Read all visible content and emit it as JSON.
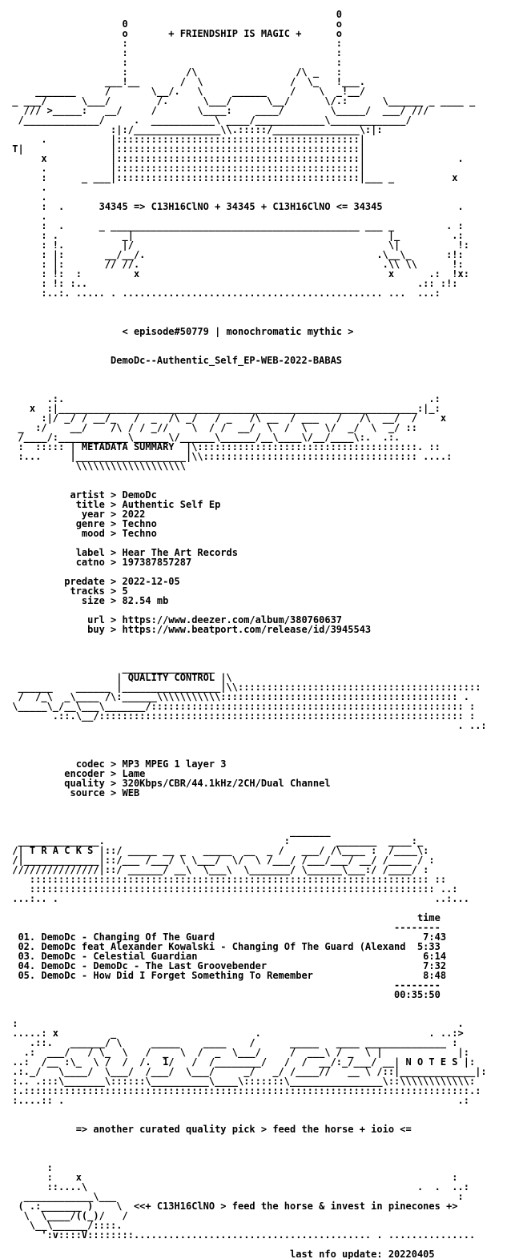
{
  "document": {
    "lines": [
      "",
      "                                                         0",
      "                    0                                    o",
      "                    o       + FRIENDSHIP IS MAGIC +      o",
      "                    :                                    :",
      "                    :                                    :",
      "                    :                                    :",
      "                    :          /\\                 /\\ _   :",
      "                 ___!__       /  \\               /  \\_   !___.",
      "     _______     /       \\__/.   \\     ______    /    \\  _!__/",
      " _ ___/      \\___/        /.      \\___/      \\__/      \\/.:      \\______ _ ____ _",
      "   /// >_____:   __/     /       \\____:    ____/        \\_____/  ___/ ///",
      "  /_____________/     .  ___________\\ ____/____________\\_____________/",
      "                  :|:/_______________\\\\.:::::/_______________\\:|:",
      "      .           |::::::::::::::::::::::::::::::::::::::::::|",
      " T|               |::::::::::::::::::::::::::::::::::::::::::|",
      "      x           |::::::::::::::::::::::::::::::::::::::::::|                .",
      "      .           |::::::::::::::::::::::::::::::::::::::::::|",
      "      :      _ ___|::::::::::::::::::::::::::::::::::::::::::|___ _          x",
      "      .",
      "      .",
      "      :  .      34345 => C13H16ClNO + 34345 + C13H16ClNO <= 34345             .",
      "      .",
      "      :  .      _ ___________________________________________ ___ _         . :",
      "      : .           _|                                            |_         .:",
      "      : !.          |/                                            \\|          !:",
      "      : |:       __/__/.                                        .\\__\\_      :!:",
      "      : |:       // //.                                          .\\\\ \\\\      !:",
      "      : !:  :         x                                           x      .:  !x:",
      "      : !: :..                                                         .:: :!:",
      "      :..:. ..... . ............................................. ...  ...:",
      "",
      "",
      "",
      "                    < episode#50779 | monochromatic mythic >",
      "",
      "",
      "                  DemoDc--Authentic_Self_EP-WEB-2022-BABAS",
      "",
      "",
      "",
      "       .:.                                                               .:",
      "    x  :|______________________________________________________________:|_:",
      "      :|/ _/ / __/_   /  _  /\\ _/   / _   /\\ __  / ___   /   /\\  __/  /    x",
      "  _  :/    __/    /\\ / / _//    \\  / /  __/  \\  /  \\   \\/  _/  \\  _/ ::",
      "  /____/:____________\\______\\/______\\______/__\\____\\/__/____\\:.  .:.",
      "  :  ::::: | METADATA SUMMARY  |\\::::::::::::::::::::::::::::::::::::::. ::",
      "  :...     |___________________|\\\\::::::::::::::::::::::::::::::::::::: ....:",
      "            \\\\\\\\\\\\\\\\\\\\\\\\\\\\\\\\\\\\\\",
      "",
      "",
      "           artist > DemoDc",
      "            title > Authentic Self Ep",
      "             year > 2022",
      "            genre > Techno",
      "             mood > Techno",
      "",
      "            label > Hear The Art Records",
      "            catno > 197387857287",
      "",
      "          predate > 2022-12-05",
      "           tracks > 5",
      "             size > 82.54 mb",
      "",
      "              url > https://www.deezer.com/album/380760637",
      "              buy > https://www.beatport.com/release/id/3945543",
      "",
      "",
      "",
      "                    ________________",
      "                   | QUALITY CONTROL |\\",
      "  ______    ______ |_________________|\\\\::::::::::::::::::::::::::::::::::::::::::",
      "  /  /_\\  _\\____ /\\:______\\\\\\\\\\\\\\\\\\\\\\::::::::::::::::::::::::::::::::::::::::: .",
      " \\_____\\_/__\\___\\_______/:::::::::::::::::::::::::::::::::::::::::::::::::::::: :",
      "        .::.\\__/::::::::::::::::::::::::::::::::::::::::::::::::::::::::::::::: :",
      "                                                                              . ..:",
      "",
      "",
      "",
      "            codec > MP3 MPEG 1 layer 3",
      "          encoder > Lame",
      "          quality > 320Kbps/CBR/44.1kHz/2CH/Dual Channel",
      "           source > WEB",
      "",
      "",
      "",
      "                                                 _______",
      "  ______________.                               :        _______  ____:_",
      " /| T R A C K S |::/ _____ __ _   _____  __  _ /   ___/ /\\____ :  /____\\:",
      " /|_____________|::/___ /___/ \\ \\___/  \\/  \\ /___/ /___/___/ __/ /____ / :",
      " ///////////////|::/ ______/ __\\  \\___\\  \\_______/ \\______\\___:/ /____/ :",
      "    ::::::::::::::::::::::::::::::::::::::::::::::::::::::::::::::::::::: ::",
      "    :::::::::::::::::::::::::::::::::::::::::::::::::::::::::::::::::::::: ..:",
      " ...:.. .                                                                 ..:...",
      "",
      "                                                                       time",
      "                                                                   --------",
      "  01. DemoDc - Changing Of The Guard                                    7:43",
      "  02. DemoDc feat Alexander Kowalski - Changing Of The Guard (Alexand  5:33",
      "  03. DemoDc - Celestial Guardian                                       6:14",
      "  04. DemoDc - DemoDc - The Last Groovebender                           7:32",
      "  05. DemoDc - How Did I Forget Something To Remember                   8:48",
      "                                                                   --------",
      "                                                                   00:35:50",
      "",
      "",
      " :                                                                            .",
      " .....: x         _                        .                             . ..:>",
      "    .::.   ______/ \\     _____    ____    /      _____   ____ ______________ :",
      "   .:  ___/   / \\_  \\   /  _  \\  /  _  \\___/     /  ___\\ / _  \\ |             |:",
      " ..:  /__ :\\_  \\ /  /  /.  1/   /  /________/   /  /  __/:_/___/ __| N O T E S |:",
      " .:._/   \\____/  \\___/  /___/  \\___/     _/   _/ /____//   __ \\ /::|_____________|:",
      " :.. .:::\\_______\\::::::\\__________\\____\\:::::::\\________________\\::\\\\\\\\\\\\\\\\\\\\\\\\:",
      " :.:::::::::::::::::::::::::::::::::::::::::::::::::::::::::::::::::::::::::::::.:",
      " :....:: .                                                                    .:",
      "",
      "",
      "            => another curated quality pick > feed the horse + ioio <=",
      "",
      "",
      "",
      "       :",
      "       :    x                                                                :",
      "       ::....\\                                                         .  .  ..:",
      "   ____________\\___                                                           :",
      "  ( .:_______ )    \\  <<+ C13H16ClNO > feed the horse & invest in pinecones +>",
      "   \\  \\____/((_)/   /",
      "    \\__\\______/::::.",
      "      ':v::::V::::::::......................................... . ...............",
      "",
      "                                                 last nfo update: 20220405"
    ]
  }
}
